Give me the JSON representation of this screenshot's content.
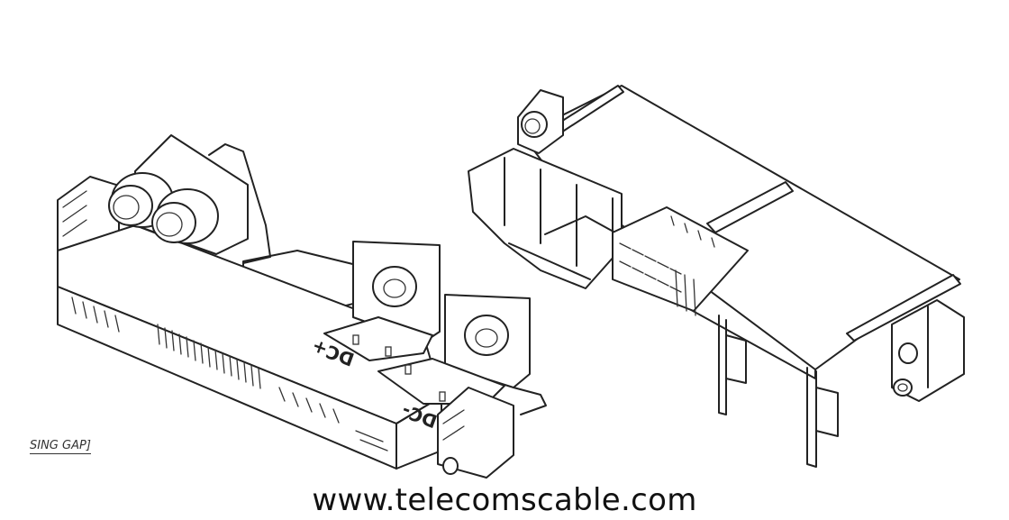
{
  "labels": {
    "dc_plus": "DC+",
    "dc_minus": "DC-",
    "gap_note": "SING GAP]"
  },
  "watermark": "www.telecomscable.com"
}
